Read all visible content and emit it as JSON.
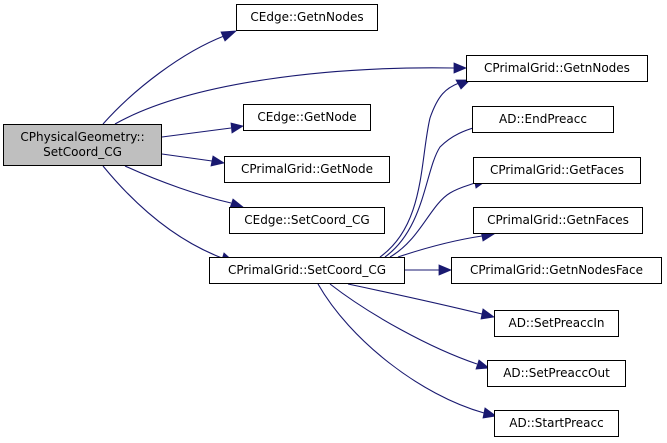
{
  "diagram": {
    "root": {
      "line1": "CPhysicalGeometry::",
      "line2": "SetCoord_CG"
    },
    "callees": {
      "cedge_getnnodes": "CEdge::GetnNodes",
      "cprimalgrid_getnnodes": "CPrimalGrid::GetnNodes",
      "cedge_getnode": "CEdge::GetNode",
      "ad_endpreacc": "AD::EndPreacc",
      "cprimalgrid_getnode": "CPrimalGrid::GetNode",
      "cprimalgrid_getfaces": "CPrimalGrid::GetFaces",
      "cedge_setcoord_cg": "CEdge::SetCoord_CG",
      "cprimalgrid_getnfaces": "CPrimalGrid::GetnFaces",
      "cprimalgrid_setcoord_cg": "CPrimalGrid::SetCoord_CG",
      "cprimalgrid_getnnodesface": "CPrimalGrid::GetnNodesFace",
      "ad_setpreaccin": "AD::SetPreaccIn",
      "ad_setpreaccout": "AD::SetPreaccOut",
      "ad_startpreacc": "AD::StartPreacc"
    },
    "colors": {
      "edge": "#191970",
      "root_fill": "#bfbfbf",
      "node_fill": "#ffffff",
      "node_border": "#000000"
    }
  }
}
